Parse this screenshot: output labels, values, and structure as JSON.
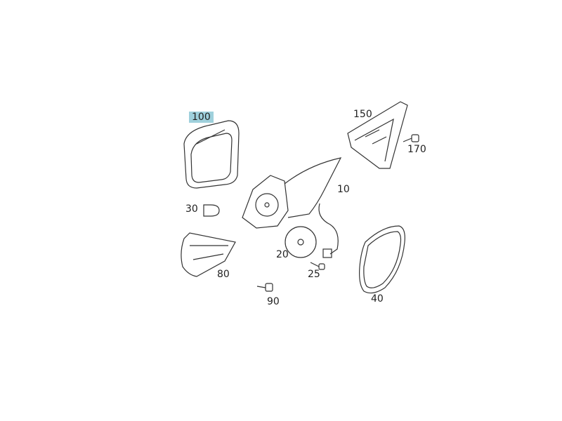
{
  "diagram": {
    "highlight_color": "#9fd0dc",
    "parts": [
      {
        "id": "100",
        "highlighted": true
      },
      {
        "id": "150",
        "highlighted": false
      },
      {
        "id": "170",
        "highlighted": false
      },
      {
        "id": "10",
        "highlighted": false
      },
      {
        "id": "30",
        "highlighted": false
      },
      {
        "id": "20",
        "highlighted": false
      },
      {
        "id": "25",
        "highlighted": false
      },
      {
        "id": "80",
        "highlighted": false
      },
      {
        "id": "90",
        "highlighted": false
      },
      {
        "id": "40",
        "highlighted": false
      }
    ]
  }
}
